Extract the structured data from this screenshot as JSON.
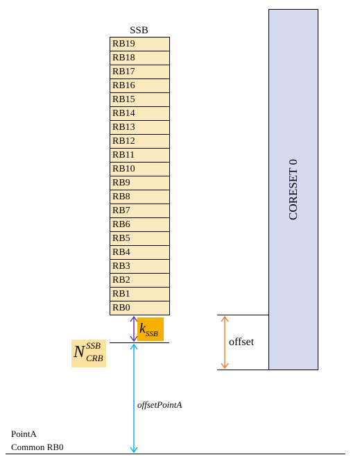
{
  "ssb": {
    "title": "SSB",
    "rbs": [
      "RB19",
      "RB18",
      "RB17",
      "RB16",
      "RB15",
      "RB14",
      "RB13",
      "RB12",
      "RB11",
      "RB10",
      "RB9",
      "RB8",
      "RB7",
      "RB6",
      "RB5",
      "RB4",
      "RB3",
      "RB2",
      "RB1",
      "RB0"
    ],
    "fill_color": "#fce9bd"
  },
  "coreset": {
    "label": "CORESET 0",
    "fill_color": "#d5daf0"
  },
  "labels": {
    "k_ssb_main": "k",
    "k_ssb_sub": "SSB",
    "n_crb_main": "N",
    "n_crb_sup": "SSB",
    "n_crb_sub": "CRB",
    "offset": "offset",
    "offset_point_a": "offsetPointA",
    "point_a": "PointA",
    "common_rb0": "Common RB0"
  },
  "colors": {
    "k_ssb_arrow": "#7030a0",
    "offset_arrow": "#ed7d31",
    "offset_point_a_arrow": "#00b0f0",
    "k_ssb_box": "#f6b100",
    "n_crb_box": "#fce2a0"
  }
}
